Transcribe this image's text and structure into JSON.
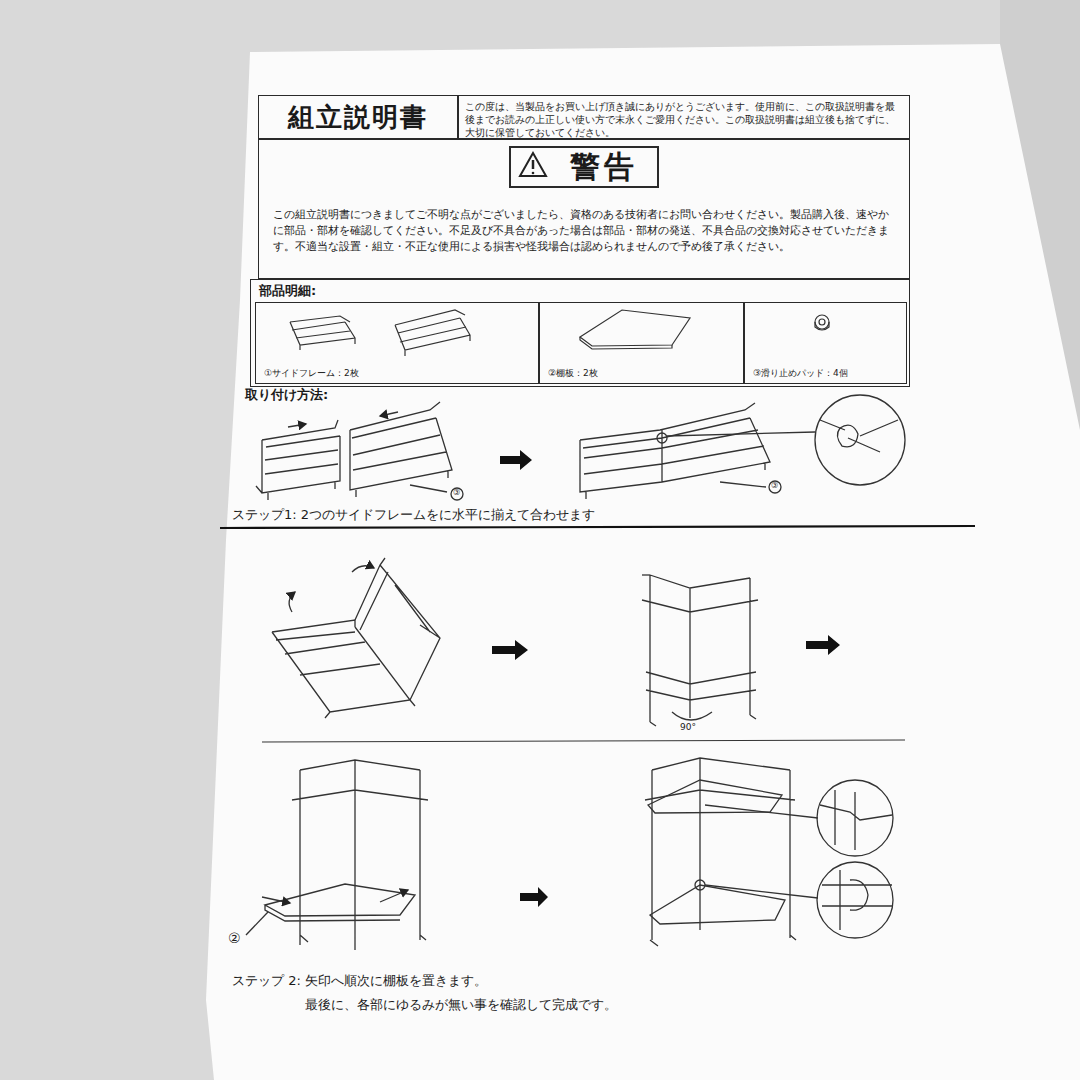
{
  "diagram": {
    "nodes": [
      {
        "text": [
          "組立説明書"
        ]
      },
      {
        "text": [
          "この度は、当製品をお買い上げ頂き誠にありがとうございます。使用前に、この取扱説明書を最後までお読みの上正しい使い方で末永くご愛用ください。この取扱説明書は組立後も捨てずに、大切に保管しておいてください。"
        ]
      },
      {
        "text": [
          "この組立説明書につきましてご不明な点がございましたら、資格のある技術者にお問い合わせください。製品購入後、速やかに部品・部材を確認してください。不足及び不具合があった場合は部品・部材の発送、不具合品の交換対応させていただきます。不適当な設置・組立・不正な使用による損害や怪我場合は認められませんので予め後了承ください。"
        ]
      },
      {
        "text": [
          "警告"
        ],
        "in": 2
      },
      {
        "text": [
          "部品明細:"
        ]
      },
      {
        "text": [
          "①サイドフレーム：2枚"
        ],
        "in": 4
      },
      {
        "text": [
          "②棚板：2枚"
        ],
        "in": 4
      },
      {
        "text": [
          "③滑り止めパッド：4個"
        ],
        "in": 4
      }
    ],
    "labels": [
      "取り付け方法:",
      "③",
      "③",
      "ステップ1: 2つのサイドフレームをに水平に揃えて合わせます",
      "90°",
      "②",
      "ステップ 2: 矢印へ順次に棚板を置きます。",
      "最後に、各部にゆるみが無い事を確認して完成です。"
    ]
  }
}
